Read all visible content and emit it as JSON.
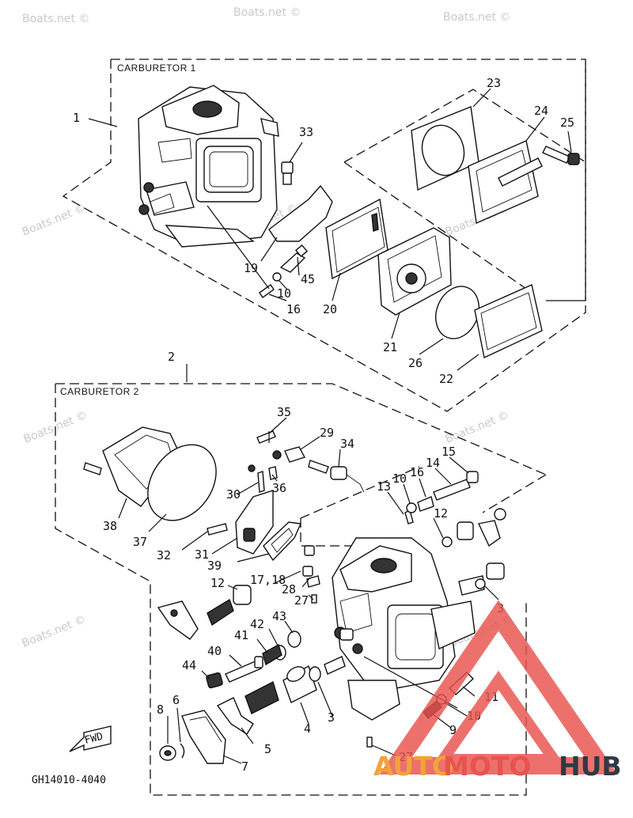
{
  "watermark": "Boats.net ©",
  "sections": {
    "carb1_title": "CARBURETOR 1",
    "carb2_title": "CARBURETOR 2"
  },
  "diagram_code": "GH14010-4040",
  "fwd_label": "FWD",
  "brand": {
    "part1": "AUTO",
    "part2": "MOTO",
    "part3": "HUB",
    "colors": {
      "auto": "#f2a33a",
      "moto": "#e8534d",
      "hub": "#2e3a45",
      "triangle": "#e8534d"
    }
  },
  "callouts": [
    "1",
    "2",
    "33",
    "23",
    "24",
    "25",
    "19",
    "10",
    "45",
    "16",
    "20",
    "21",
    "26",
    "22",
    "35",
    "29",
    "34",
    "15",
    "14",
    "13",
    "10",
    "16",
    "38",
    "37",
    "30",
    "36",
    "12",
    "32",
    "31",
    "39",
    "17,18",
    "12",
    "28",
    "27",
    "3",
    "43",
    "42",
    "41",
    "40",
    "44",
    "11",
    "10",
    "9",
    "4",
    "3",
    "5",
    "8",
    "6",
    "7",
    "27"
  ]
}
